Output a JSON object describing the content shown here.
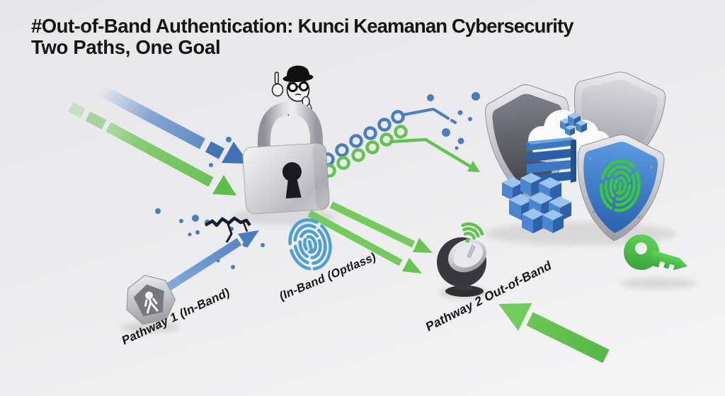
{
  "title": {
    "line1_strong": "#Out-of-Band Authentication:",
    "line1_rest": " Kunci Keamanan Cybersecurity",
    "line2": "Two Paths, One Goal"
  },
  "labels": {
    "pathway1": "Pathway 1 (In-Band)",
    "midpath": "(In-Band (Optlass)",
    "pathway2": "Pathway 2 Out-of-Band"
  },
  "icons": {
    "spy": "spy-hacker-icon",
    "padlock": "padlock-icon",
    "fingerprint_inband": "fingerprint-icon",
    "badge": "user-badge-icon",
    "satellite": "satellite-dish-icon",
    "wifi": "wifi-signal-icon",
    "cloud": "cloud-icon",
    "servers": "server-stack-icon",
    "cubes": "data-cubes-icon",
    "shield_fingerprint": "fingerprint-shield-icon",
    "shield_back_left": "shield-icon",
    "shield_back_right": "shield-icon",
    "key": "key-icon",
    "crack": "broken-crack-icon"
  },
  "colors": {
    "background_top": "#e7e7e9",
    "background_bottom": "#f5f5f6",
    "title_text": "#151515",
    "label_text": "#17171a",
    "blue": "#4a7dc0",
    "blue_light": "#7fa8dc",
    "green": "#63c34f",
    "green_light": "#8ad573",
    "silver": "#c9c9cf",
    "shield_blue": "#3b7cc4",
    "fingerprint_green": "#3cc63a",
    "fingerprint_blue": "#4e9fd6",
    "key_green": "#4cc24e",
    "crack_dark": "#161c29"
  }
}
